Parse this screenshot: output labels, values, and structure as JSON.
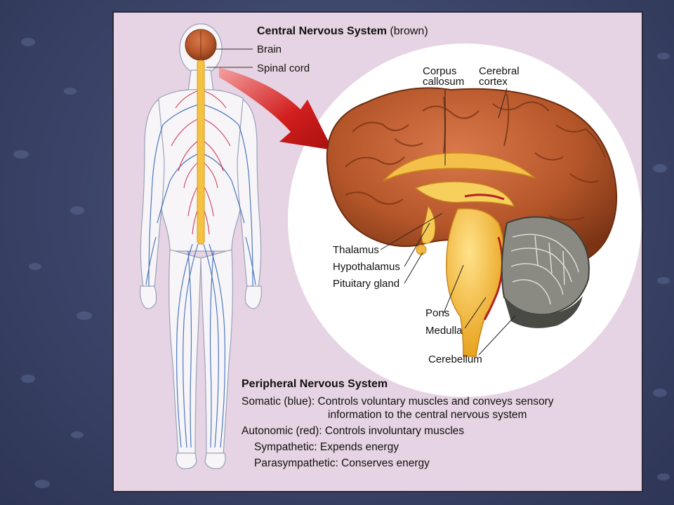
{
  "figure": {
    "cns": {
      "title": "Central Nervous System",
      "title_note": "(brown)",
      "brain_label": "Brain",
      "spinal_label": "Spinal cord"
    },
    "brain_labels": {
      "corpus_line1": "Corpus",
      "corpus_line2": "callosum",
      "cortex_line1": "Cerebral",
      "cortex_line2": "cortex",
      "thalamus": "Thalamus",
      "hypothalamus": "Hypothalamus",
      "pituitary": "Pituitary gland",
      "pons": "Pons",
      "medulla": "Medulla",
      "cerebellum": "Cerebellum"
    },
    "pns": {
      "title": "Peripheral Nervous System",
      "somatic_term": "Somatic (blue):",
      "somatic_line1": "Controls voluntary muscles and conveys sensory",
      "somatic_line2": "information to the central nervous system",
      "autonomic_term": "Autonomic (red):",
      "autonomic_text": "Controls involuntary muscles",
      "sympathetic_term": "Sympathetic:",
      "sympathetic_text": "Expends energy",
      "parasympathetic_term": "Parasympathetic:",
      "parasympathetic_text": "Conserves energy"
    },
    "colors": {
      "slide_bg": "#e6d3e3",
      "brain_brown": "#b5562a",
      "spinal_yellow": "#f5c242",
      "somatic_blue": "#2f63b5",
      "autonomic_red": "#c8102e",
      "arrow_red": "#d21e1e"
    }
  }
}
